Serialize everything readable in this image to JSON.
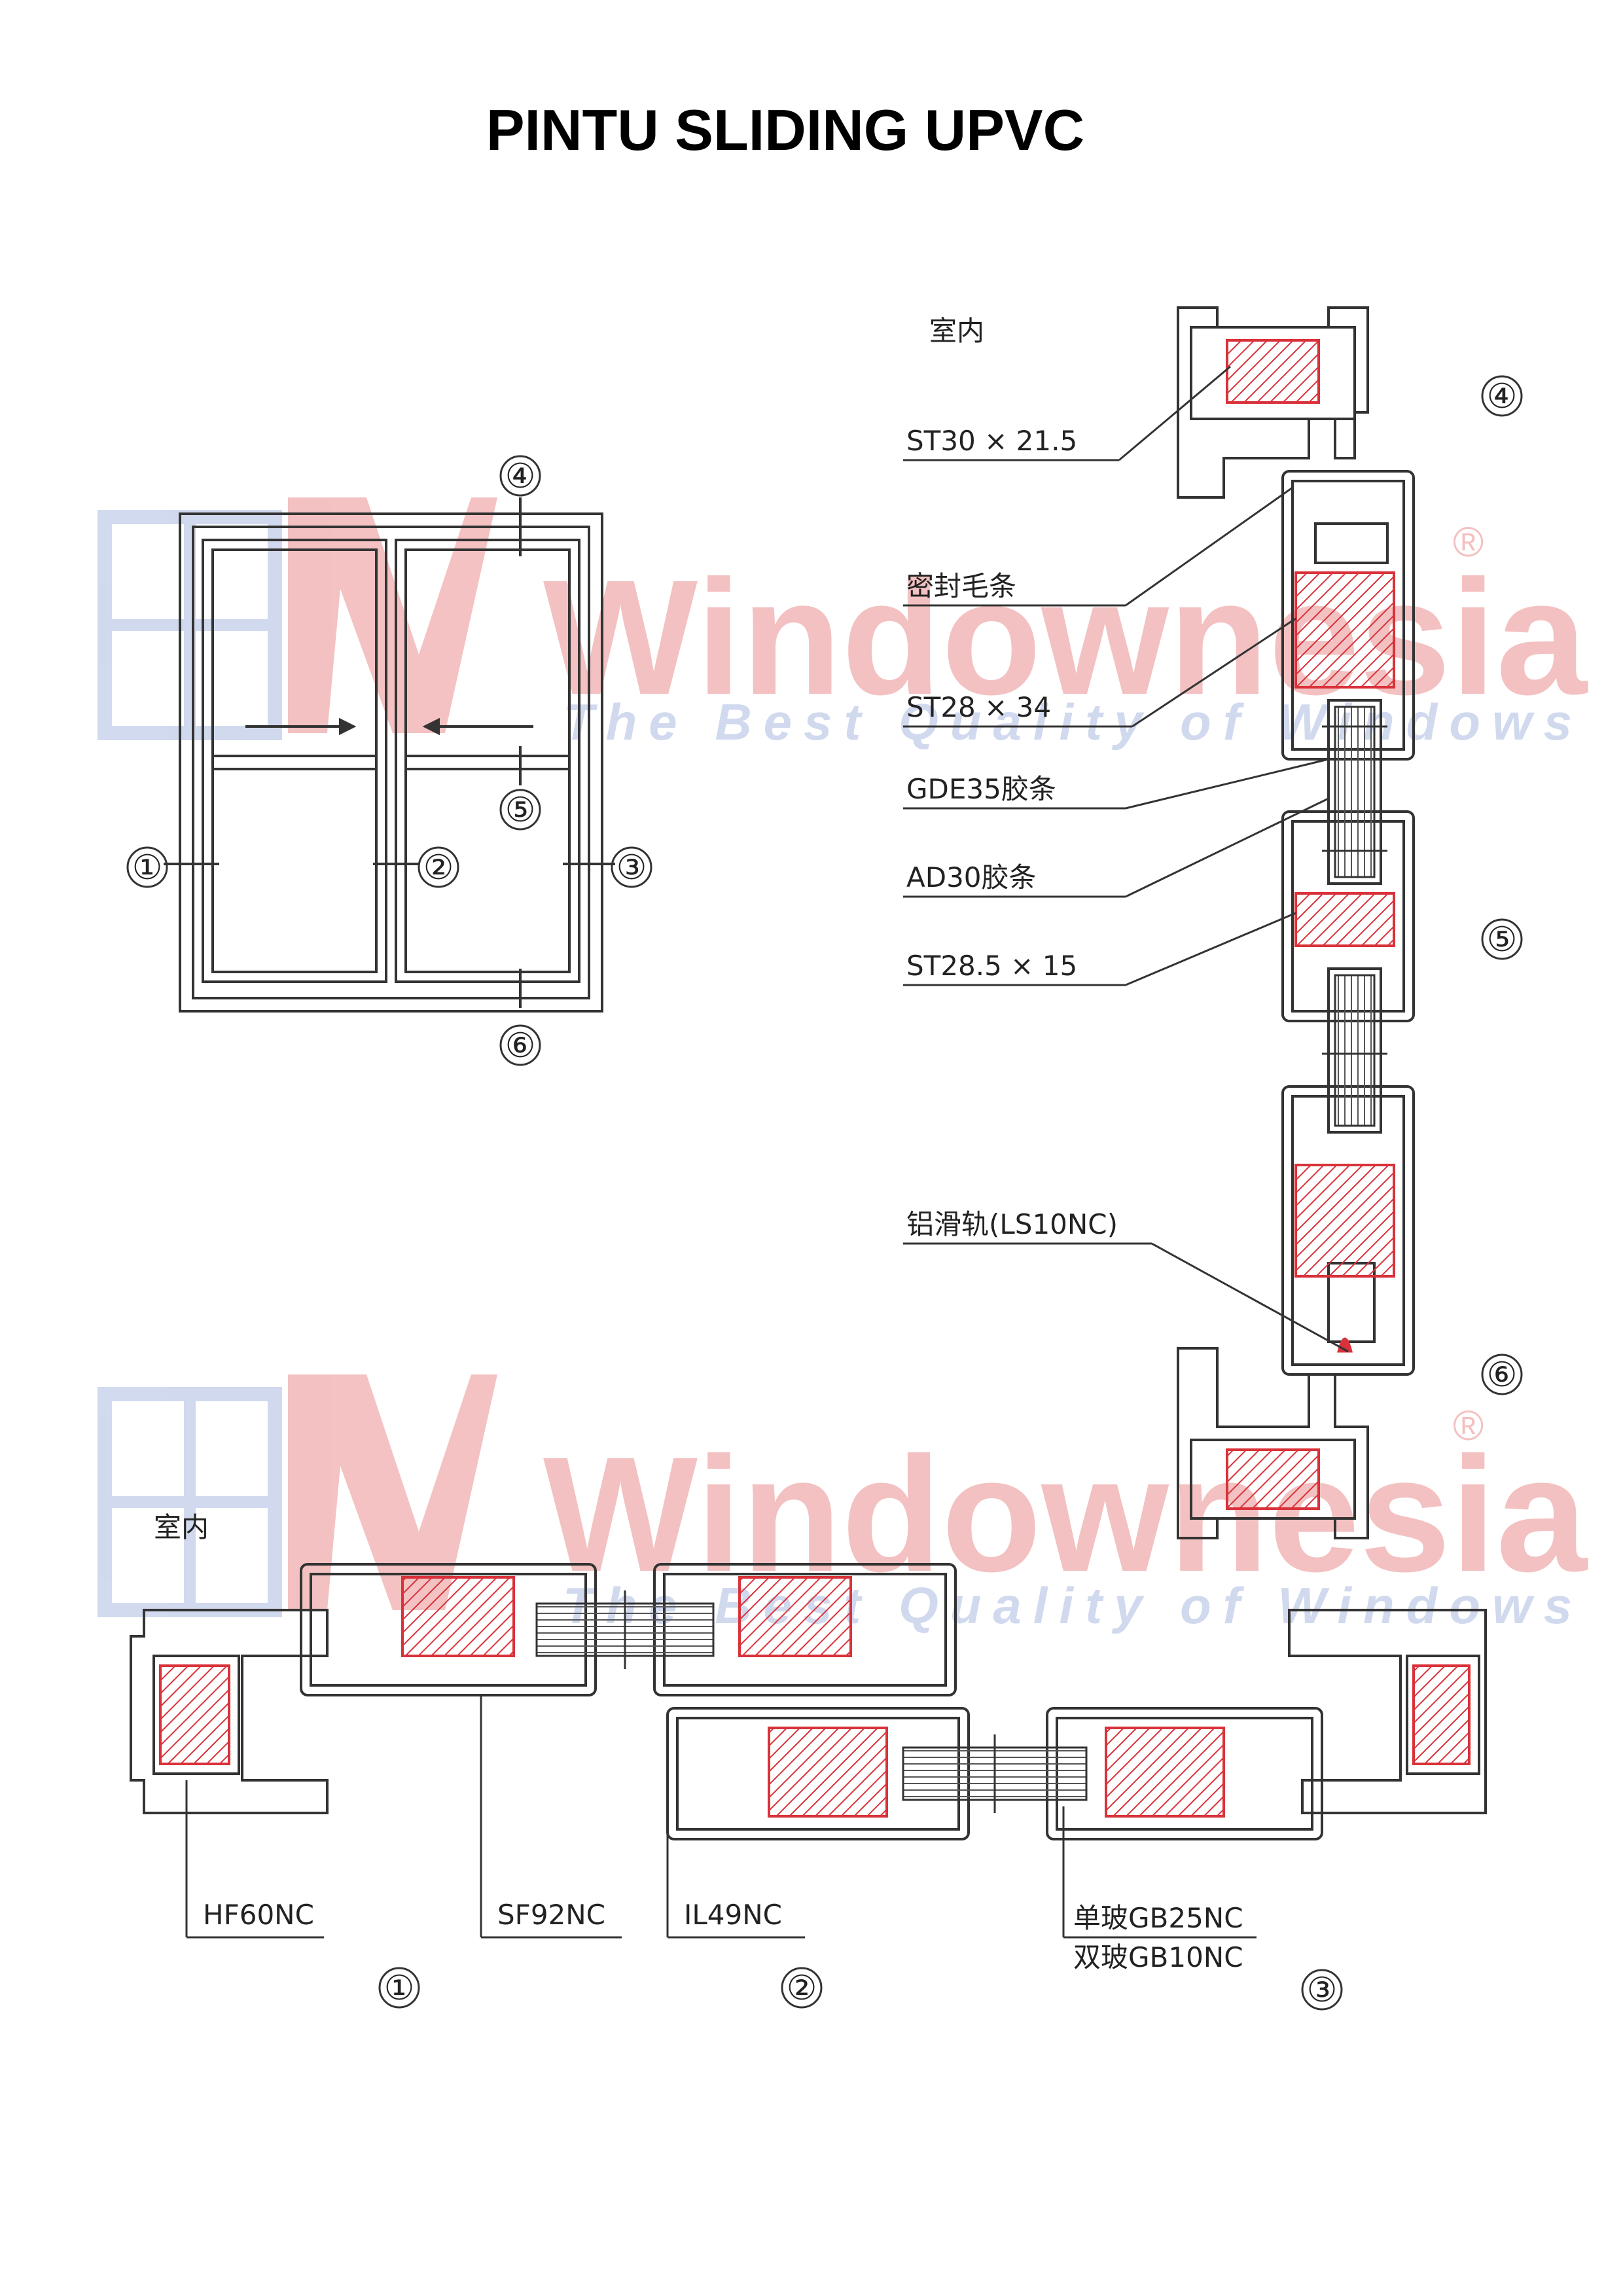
{
  "title": "PINTU SLIDING UPVC",
  "watermark": {
    "brand": "Windownesia",
    "tagline": "The Best Quality of Windows",
    "mark": "®",
    "colors": {
      "red": "#f2b7b7",
      "blue": "#c9d3ec"
    }
  },
  "elevation": {
    "markers": [
      "①",
      "②",
      "③",
      "④",
      "⑤",
      "⑥"
    ]
  },
  "vertical_section": {
    "interior_label": "室内",
    "callouts": [
      "ST30 × 21.5",
      "密封毛条",
      "ST28 × 34",
      "GDE35胶条",
      "AD30胶条",
      "ST28.5 × 15",
      "铝滑轨(LS10NC)"
    ],
    "markers": [
      "④",
      "⑤",
      "⑥"
    ]
  },
  "horizontal_section": {
    "interior_label": "室内",
    "callouts": [
      "HF60NC",
      "SF92NC",
      "IL49NC"
    ],
    "glass_callouts": [
      "单玻GB25NC",
      "双玻GB10NC"
    ],
    "markers": [
      "①",
      "②",
      "③"
    ]
  },
  "colors": {
    "line": "#333333",
    "steel": "#d9323a"
  }
}
